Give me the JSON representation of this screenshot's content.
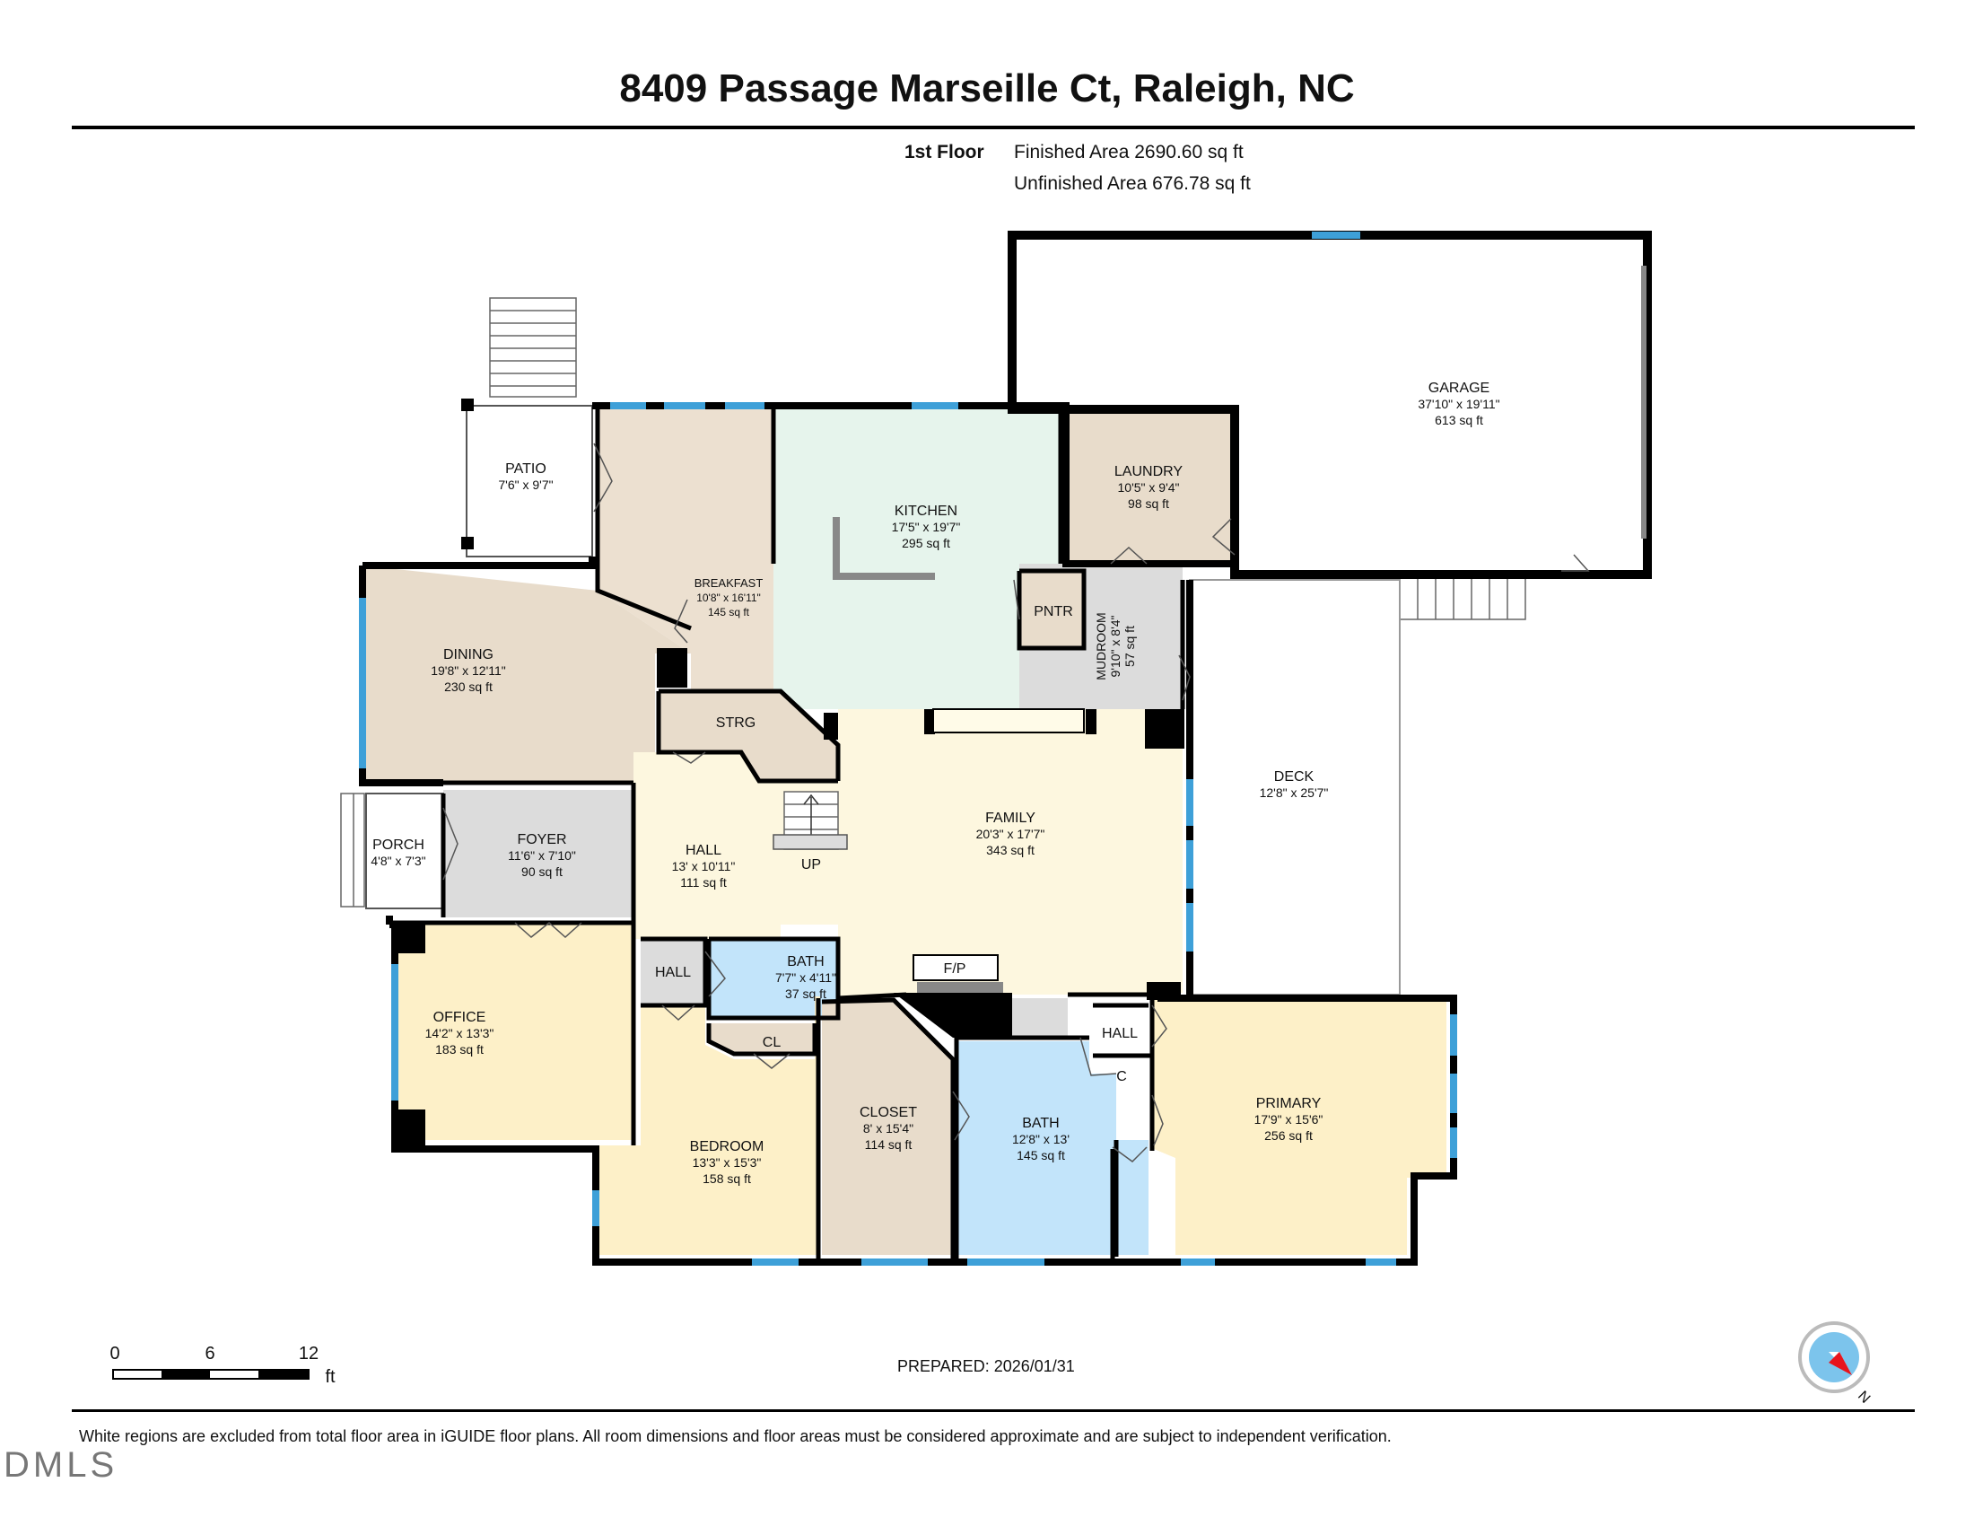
{
  "header": {
    "title": "8409 Passage Marseille Ct, Raleigh, NC",
    "floor": "1st Floor",
    "finished_area": "Finished Area 2690.60 sq ft",
    "unfinished_area": "Unfinished Area 676.78 sq ft"
  },
  "rooms": {
    "garage": {
      "name": "GARAGE",
      "dims": "37'10\" x 19'11\"",
      "area": "613 sq ft"
    },
    "laundry": {
      "name": "LAUNDRY",
      "dims": "10'5\" x 9'4\"",
      "area": "98 sq ft"
    },
    "kitchen": {
      "name": "KITCHEN",
      "dims": "17'5\" x 19'7\"",
      "area": "295 sq ft"
    },
    "breakfast": {
      "name": "BREAKFAST",
      "dims": "10'8\" x 16'11\"",
      "area": "145 sq ft"
    },
    "patio": {
      "name": "PATIO",
      "dims": "7'6\" x 9'7\""
    },
    "dining": {
      "name": "DINING",
      "dims": "19'8\" x 12'11\"",
      "area": "230 sq ft"
    },
    "pntr": {
      "name": "PNTR"
    },
    "mudroom": {
      "name": "MUDROOM",
      "dims": "9'10\" x 8'4\"",
      "area": "57 sq ft"
    },
    "strg": {
      "name": "STRG"
    },
    "deck": {
      "name": "DECK",
      "dims": "12'8\" x 25'7\""
    },
    "family": {
      "name": "FAMILY",
      "dims": "20'3\" x 17'7\"",
      "area": "343 sq ft"
    },
    "porch": {
      "name": "PORCH",
      "dims": "4'8\" x 7'3\""
    },
    "foyer": {
      "name": "FOYER",
      "dims": "11'6\" x 7'10\"",
      "area": "90 sq ft"
    },
    "hall_main": {
      "name": "HALL",
      "dims": "13' x 10'11\"",
      "area": "111 sq ft"
    },
    "up": {
      "name": "UP"
    },
    "office": {
      "name": "OFFICE",
      "dims": "14'2\" x 13'3\"",
      "area": "183 sq ft"
    },
    "hall_small": {
      "name": "HALL"
    },
    "bath_small": {
      "name": "BATH",
      "dims": "7'7\" x 4'11\"",
      "area": "37 sq ft"
    },
    "fp": {
      "name": "F/P"
    },
    "cl": {
      "name": "CL"
    },
    "bedroom": {
      "name": "BEDROOM",
      "dims": "13'3\" x 15'3\"",
      "area": "158 sq ft"
    },
    "closet": {
      "name": "CLOSET",
      "dims": "8' x 15'4\"",
      "area": "114 sq ft"
    },
    "bath_primary": {
      "name": "BATH",
      "dims": "12'8\" x 13'",
      "area": "145 sq ft"
    },
    "hall_primary": {
      "name": "HALL"
    },
    "c": {
      "name": "C"
    },
    "primary": {
      "name": "PRIMARY",
      "dims": "17'9\" x 15'6\"",
      "area": "256 sq ft"
    }
  },
  "scale": {
    "t0": "0",
    "t6": "6",
    "t12": "12",
    "unit": "ft"
  },
  "compass": {
    "letter": "N"
  },
  "footer": {
    "prepared": "PREPARED: 2026/01/31",
    "disclaimer": "White regions are excluded from total floor area in iGUIDE floor plans. All room dimensions and floor areas must be considered approximate and are subject to independent verification.",
    "logo": "DMLS"
  },
  "colors": {
    "wall": "#000000",
    "window": "#3ea0d8",
    "kitchen": "#e6f4ec",
    "breakfast": "#ece0d0",
    "dining": "#e8dccb",
    "laundry": "#e8dccb",
    "family": "#fdf7df",
    "office": "#fdf0c8",
    "bath": "#c2e4fa",
    "gray": "#dcdcdc",
    "closet": "#e8dccb",
    "primary": "#fdf0c8"
  }
}
